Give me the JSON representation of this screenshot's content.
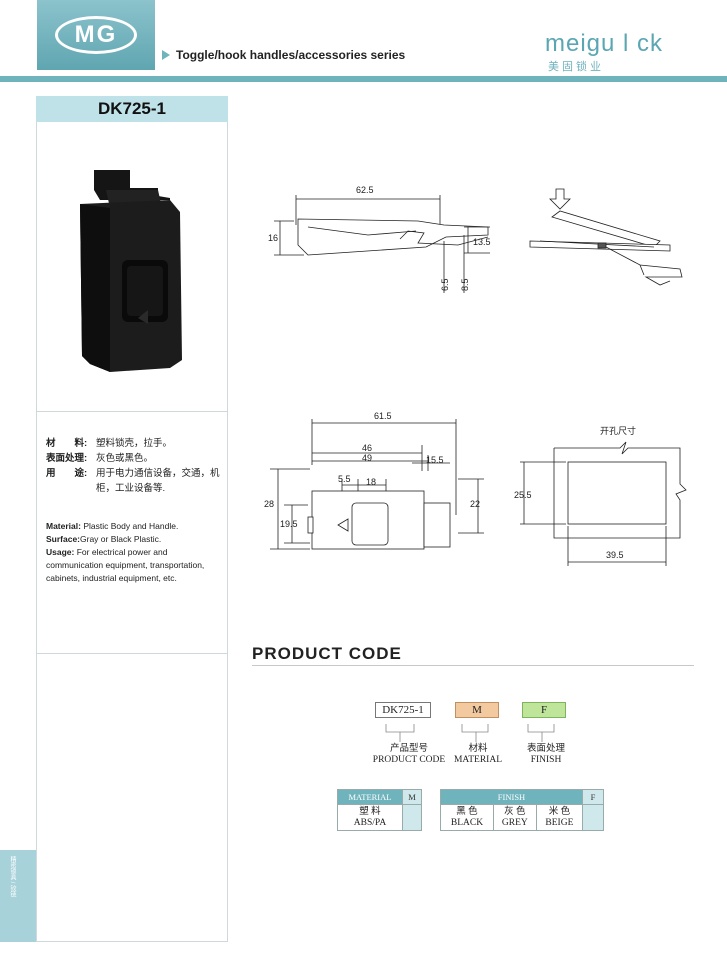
{
  "header": {
    "logo_text": "MG",
    "series_title": "Toggle/hook handles/accessories series",
    "brand_name": "meigu l ck",
    "brand_sub": "美固锁业",
    "accent_color": "#6fb3bd"
  },
  "model": "DK725-1",
  "spec_cn": [
    {
      "label": "材　　料:",
      "value": "塑料锁壳，拉手。"
    },
    {
      "label": "表面处理:",
      "value": "灰色或黑色。"
    },
    {
      "label": "用　　途:",
      "value": "用于电力通信设备，交通，机柜，工业设备等."
    }
  ],
  "spec_en": [
    {
      "label": "Material:",
      "value": "Plastic Body and Handle."
    },
    {
      "label": "Surface:",
      "value": "Gray or Black Plastic."
    },
    {
      "label": "Usage:",
      "value": "For electrical power and communication equipment, transportation, cabinets, industrial equipment, etc."
    }
  ],
  "drawings": {
    "side_dims": [
      "62.5",
      "16",
      "13.5",
      "6.5",
      "8.5"
    ],
    "front_dims": [
      "61.5",
      "46",
      "49",
      "15.5",
      "5.5",
      "18",
      "28",
      "19.5",
      "22"
    ],
    "cutout_title": "开孔尺寸",
    "cutout_dims": [
      "25.5",
      "39.5"
    ]
  },
  "product_code": {
    "title": "PRODUCT CODE",
    "boxes": [
      {
        "code": "DK725-1",
        "label_cn": "产品型号",
        "label_en": "PRODUCT CODE",
        "color": "#ffffff"
      },
      {
        "code": "M",
        "label_cn": "材料",
        "label_en": "MATERIAL",
        "color": "#f3c9a0"
      },
      {
        "code": "F",
        "label_cn": "表面处理",
        "label_en": "FINISH",
        "color": "#bfe59a"
      }
    ],
    "material_table": {
      "header": "MATERIAL",
      "key": "M",
      "rows": [
        {
          "cn": "塑 料",
          "en": "ABS/PA"
        }
      ]
    },
    "finish_table": {
      "header": "FINISH",
      "key": "F",
      "items": [
        {
          "cn": "黑 色",
          "en": "BLACK"
        },
        {
          "cn": "灰 色",
          "en": "GREY"
        },
        {
          "cn": "米 色",
          "en": "BEIGE"
        }
      ]
    }
  },
  "side_tab_text": "精密锁具 / 铰链"
}
